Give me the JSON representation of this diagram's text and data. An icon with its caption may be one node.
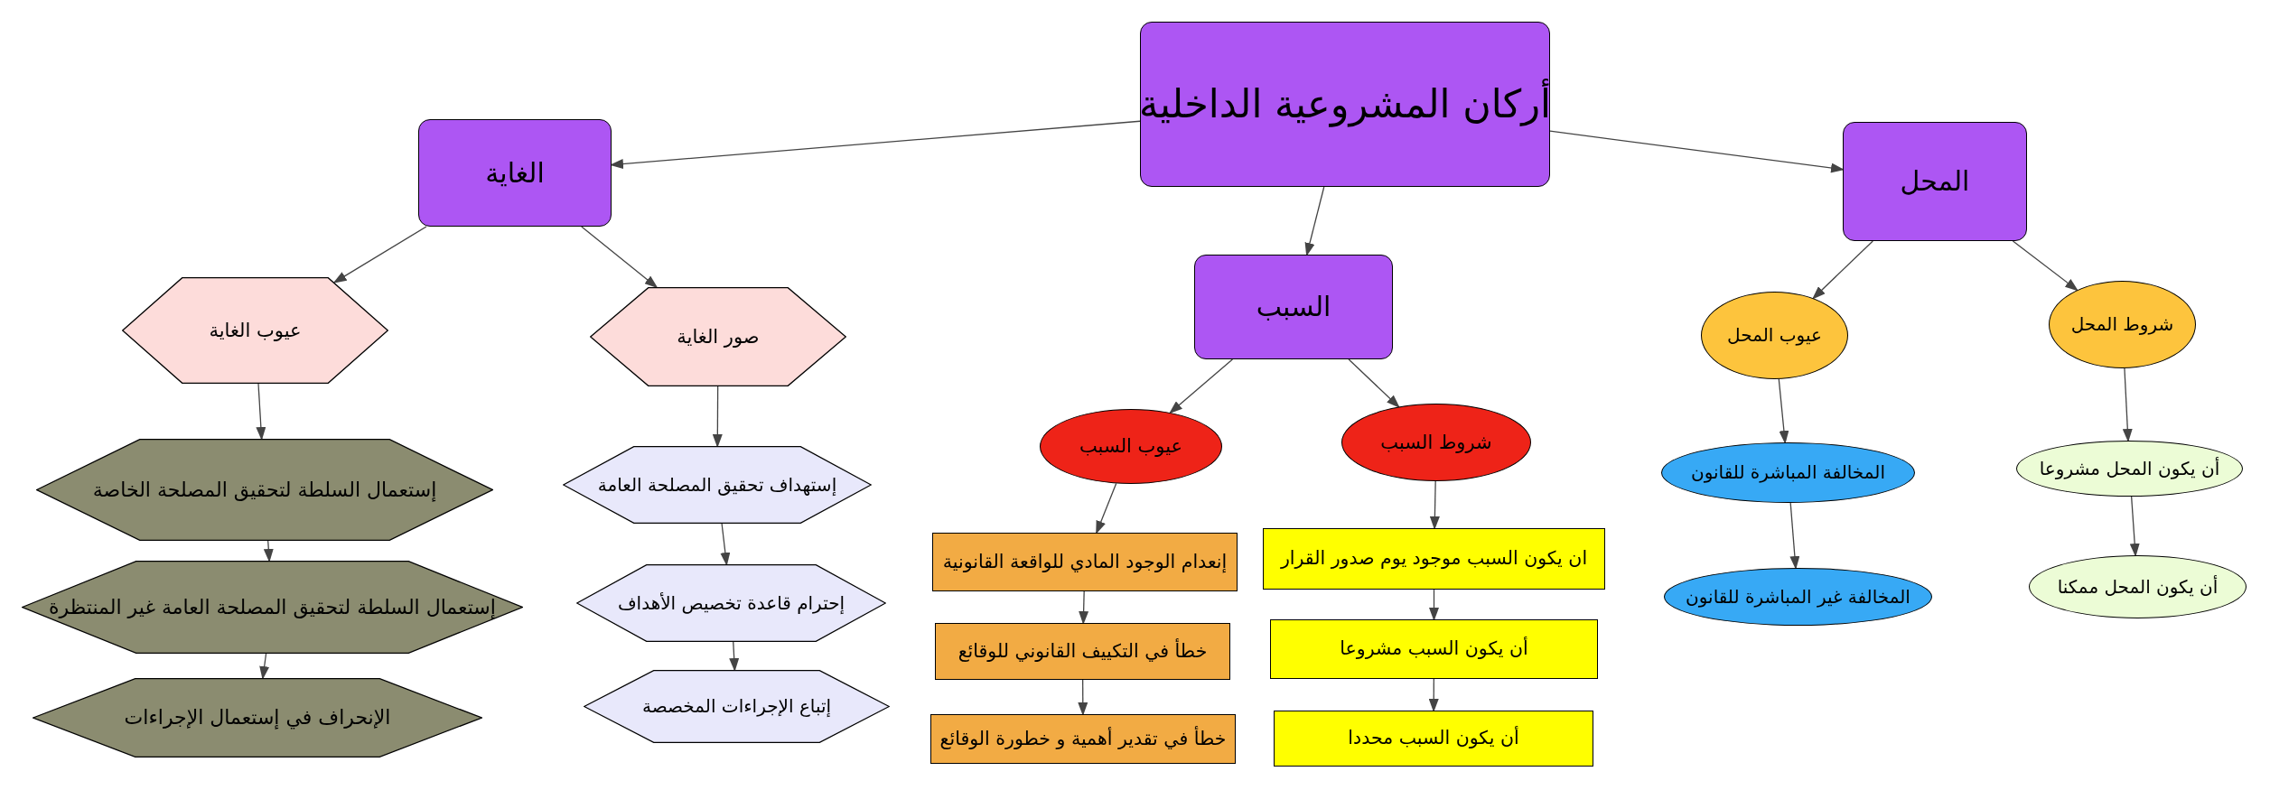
{
  "diagram": {
    "nodes": [
      {
        "text": [
          "أركان المشروعية الداخلية"
        ]
      },
      {
        "text": [
          "الغاية"
        ]
      },
      {
        "text": [
          "السبب"
        ]
      },
      {
        "text": [
          "المحل"
        ]
      },
      {
        "text": [
          "عيوب الغاية"
        ]
      },
      {
        "text": [
          "صور الغاية"
        ]
      },
      {
        "text": [
          "إستعمال السلطة لتحقيق المصلحة الخاصة"
        ]
      },
      {
        "text": [
          "إستعمال السلطة لتحقيق المصلحة العامة غير المنتظرة"
        ]
      },
      {
        "text": [
          "الإنحراف في إستعمال الإجراءات"
        ]
      },
      {
        "text": [
          "إستهداف تحقيق المصلحة العامة"
        ]
      },
      {
        "text": [
          "إحترام قاعدة تخصيص الأهداف"
        ]
      },
      {
        "text": [
          "إتباع الإجراءات المخصصة"
        ]
      },
      {
        "text": [
          "عيوب السبب"
        ]
      },
      {
        "text": [
          "شروط السبب"
        ]
      },
      {
        "text": [
          "إنعدام الوجود المادي للواقعة القانونية"
        ]
      },
      {
        "text": [
          "خطأ في التكييف القانوني للوقائع"
        ]
      },
      {
        "text": [
          "خطأ في تقدير أهمية و خطورة الوقائع"
        ]
      },
      {
        "text": [
          "ان يكون السبب موجود يوم صدور القرار"
        ]
      },
      {
        "text": [
          "أن يكون السبب مشروعا"
        ]
      },
      {
        "text": [
          "أن يكون السبب محددا"
        ]
      },
      {
        "text": [
          "عيوب المحل"
        ]
      },
      {
        "text": [
          "شروط المحل"
        ]
      },
      {
        "text": [
          "المخالفة المباشرة للقانون"
        ]
      },
      {
        "text": [
          "المخالفة غير المباشرة للقانون"
        ]
      },
      {
        "text": [
          "أن يكون المحل مشروعا"
        ]
      },
      {
        "text": [
          "أن يكون المحل ممكنا"
        ]
      }
    ],
    "edges": [
      {
        "from": 0,
        "to": 1,
        "arrow": "to"
      },
      {
        "from": 0,
        "to": 2,
        "arrow": "to"
      },
      {
        "from": 0,
        "to": 3,
        "arrow": "to"
      },
      {
        "from": 1,
        "to": 4,
        "arrow": "to"
      },
      {
        "from": 1,
        "to": 5,
        "arrow": "to"
      },
      {
        "from": 4,
        "to": 6,
        "arrow": "to"
      },
      {
        "from": 6,
        "to": 7,
        "arrow": "to"
      },
      {
        "from": 7,
        "to": 8,
        "arrow": "to"
      },
      {
        "from": 5,
        "to": 9,
        "arrow": "to"
      },
      {
        "from": 9,
        "to": 10,
        "arrow": "to"
      },
      {
        "from": 10,
        "to": 11,
        "arrow": "to"
      },
      {
        "from": 2,
        "to": 12,
        "arrow": "to"
      },
      {
        "from": 2,
        "to": 13,
        "arrow": "to"
      },
      {
        "from": 12,
        "to": 14,
        "arrow": "to"
      },
      {
        "from": 14,
        "to": 15,
        "arrow": "to"
      },
      {
        "from": 15,
        "to": 16,
        "arrow": "to"
      },
      {
        "from": 13,
        "to": 17,
        "arrow": "to"
      },
      {
        "from": 17,
        "to": 18,
        "arrow": "to"
      },
      {
        "from": 18,
        "to": 19,
        "arrow": "to"
      },
      {
        "from": 3,
        "to": 20,
        "arrow": "to"
      },
      {
        "from": 3,
        "to": 21,
        "arrow": "to"
      },
      {
        "from": 20,
        "to": 22,
        "arrow": "to"
      },
      {
        "from": 22,
        "to": 23,
        "arrow": "to"
      },
      {
        "from": 21,
        "to": 24,
        "arrow": "to"
      },
      {
        "from": 24,
        "to": 25,
        "arrow": "to"
      }
    ]
  }
}
